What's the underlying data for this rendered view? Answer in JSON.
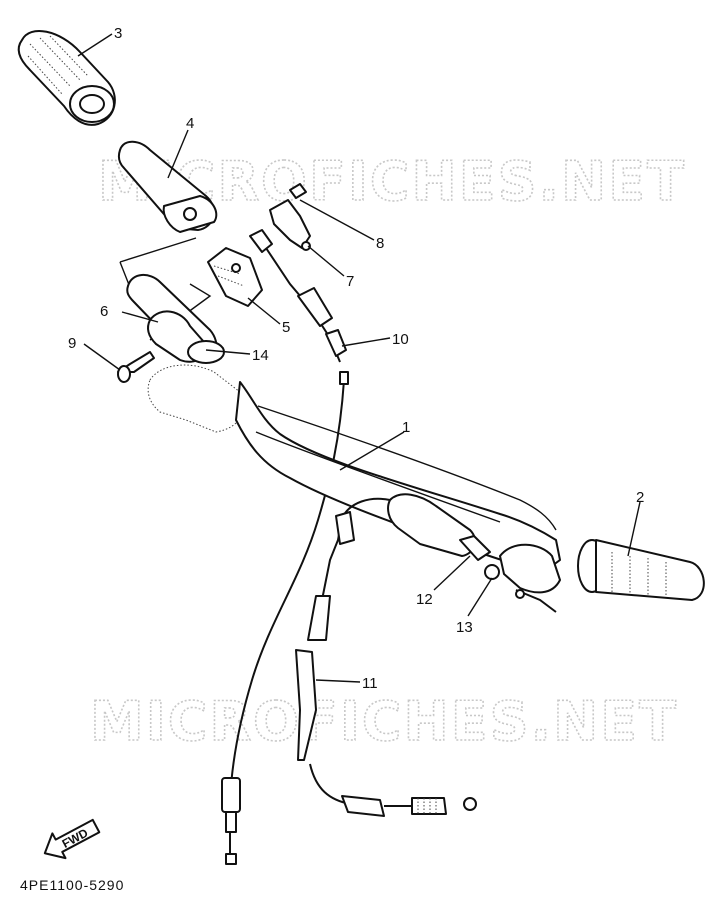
{
  "diagram": {
    "callouts": [
      "1",
      "2",
      "3",
      "4",
      "5",
      "6",
      "7",
      "8",
      "9",
      "10",
      "11",
      "12",
      "13",
      "14"
    ],
    "watermark": "MICROFICHES.NET",
    "fwd_label": "FWD",
    "drawing_code": "4PE1100-5290",
    "colors": {
      "ink": "#111111",
      "watermark": "#c8c8c8",
      "background": "#ffffff"
    }
  }
}
